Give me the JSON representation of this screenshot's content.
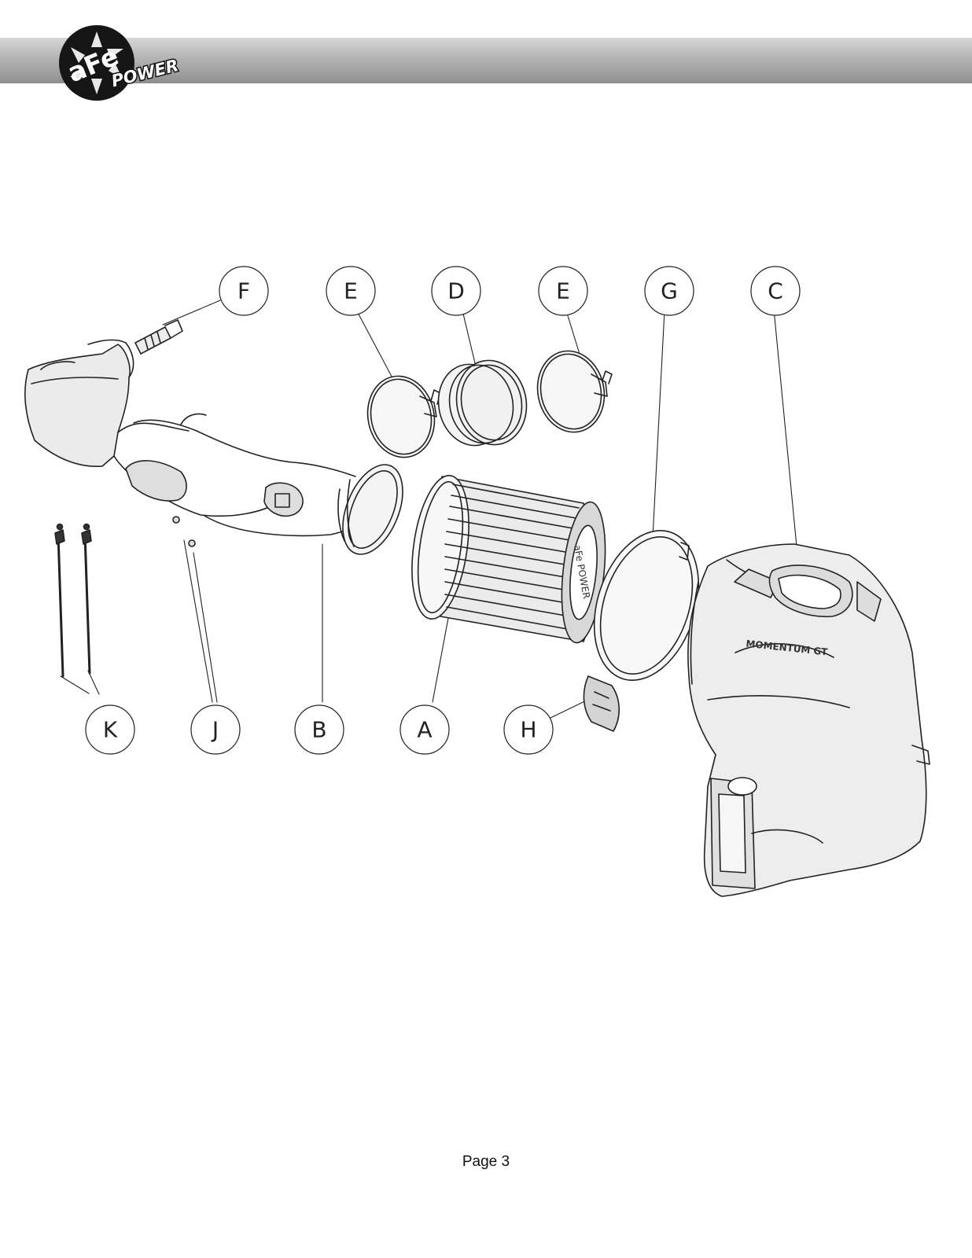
{
  "header": {
    "logo_text_top": "aFe",
    "logo_text_bottom": "POWER",
    "logo_mark_icon": "afe-power-logo-icon"
  },
  "callouts": [
    {
      "id": "F",
      "label": "F"
    },
    {
      "id": "E1",
      "label": "E"
    },
    {
      "id": "D",
      "label": "D"
    },
    {
      "id": "E2",
      "label": "E"
    },
    {
      "id": "G",
      "label": "G"
    },
    {
      "id": "C",
      "label": "C"
    },
    {
      "id": "K",
      "label": "K"
    },
    {
      "id": "J",
      "label": "J"
    },
    {
      "id": "B",
      "label": "B"
    },
    {
      "id": "A",
      "label": "A"
    },
    {
      "id": "H",
      "label": "H"
    }
  ],
  "product_marks": {
    "filter_text": "aFe POWER",
    "housing_text": "MOMENTUM GT"
  },
  "footer": {
    "page_label": "Page 3"
  },
  "colors": {
    "line": "#222222",
    "shade": "#e6e6e6",
    "header_dark": "#8f8f8f",
    "header_light": "#d6d6d6"
  }
}
